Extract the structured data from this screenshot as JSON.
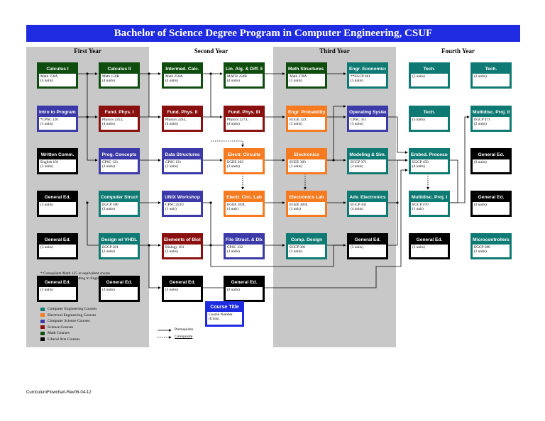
{
  "title": "Bachelor of Science Degree Program in Computer Engineering, CSUF",
  "years": [
    "First Year",
    "Second Year",
    "Third Year",
    "Fourth Year"
  ],
  "colors": {
    "computer_engineering": "#0f7a73",
    "electrical_engineering": "#f57a20",
    "computer_science": "#3b3aa8",
    "science": "#8a1010",
    "math": "#0e4d0e",
    "liberal_arts": "#000000",
    "banner": "#1f2be0"
  },
  "courses": [
    {
      "title": "Calculus I",
      "number": "Math 150A",
      "units": "(4 units)",
      "cat": "math"
    },
    {
      "title": "Calculus II",
      "number": "Math 150B",
      "units": "(4 units)",
      "cat": "math"
    },
    {
      "title": "Intermed. Calc.",
      "number": "Math 250A",
      "units": "(4 units)",
      "cat": "math"
    },
    {
      "title": "Lin. Alg. & Diff. Eq.",
      "number": "MATH 250B",
      "units": "(4 units)",
      "cat": "math"
    },
    {
      "title": "Math Structures I",
      "number": "Math 270A",
      "units": "(3 units)",
      "cat": "math"
    },
    {
      "title": "Engr. Economics",
      "number": "**EGCP 401",
      "units": "(3 units)",
      "cat": "ce"
    },
    {
      "title": "Tech.",
      "number": "",
      "units": "(3 units)",
      "cat": "ce"
    },
    {
      "title": "Tech.",
      "number": "",
      "units": "(3 units)",
      "cat": "ce"
    },
    {
      "title": "Intro to Program.",
      "number": "*CPSC 120",
      "units": "(3 units)",
      "cat": "cs"
    },
    {
      "title": "Fund. Phys. I",
      "number": "Physics 225,L",
      "units": "(4 units)",
      "cat": "sci"
    },
    {
      "title": "Fund. Phys. II",
      "number": "Physics 226,L",
      "units": "(4 units)",
      "cat": "sci"
    },
    {
      "title": "Fund. Phys. III",
      "number": "Physics 227,L",
      "units": "(4 units)",
      "cat": "sci"
    },
    {
      "title": "Engr. Probability",
      "number": "EGGE 323",
      "units": "(3 units)",
      "cat": "ee"
    },
    {
      "title": "Operating Systems",
      "number": "CPSC 351",
      "units": "(3 units)",
      "cat": "cs"
    },
    {
      "title": "Tech.",
      "number": "",
      "units": "(3 units)",
      "cat": "ce"
    },
    {
      "title": "Multidisc. Proj. II",
      "number": "EGCP 471",
      "units": "(2 units)",
      "cat": "ce"
    },
    {
      "title": "Written Comm.",
      "number": "English 101",
      "units": "(3 units)",
      "cat": "lib"
    },
    {
      "title": "Prog. Concepts",
      "number": "CPSC 121",
      "units": "(3 units)",
      "cat": "cs"
    },
    {
      "title": "Data Structures",
      "number": "CPSC 131",
      "units": "(3 units)",
      "cat": "cs"
    },
    {
      "title": "Electr. Circuits",
      "number": "EGEE 203",
      "units": "(3 units)",
      "cat": "ee"
    },
    {
      "title": "Electronics",
      "number": "EGEE 303",
      "units": "(3 units)",
      "cat": "ee"
    },
    {
      "title": "Modeling & Sim.",
      "number": "EGCP 371",
      "units": "(3 units)",
      "cat": "ce"
    },
    {
      "title": "Embed. Processors",
      "number": "EGCP 450",
      "units": "(4 units)",
      "cat": "ce"
    },
    {
      "title": "General Ed.",
      "number": "",
      "units": "(3 units)",
      "cat": "lib"
    },
    {
      "title": "General Ed.",
      "number": "",
      "units": "(3 units)",
      "cat": "lib"
    },
    {
      "title": "Computer Struct.",
      "number": "EGCP 180",
      "units": "(3 units)",
      "cat": "ce"
    },
    {
      "title": "UNIX Workshop",
      "number": "CPSC 253U",
      "units": "(1 unit)",
      "cat": "cs"
    },
    {
      "title": "Electr. Circ. Lab",
      "number": "EGEE 203L",
      "units": "(1 unit)",
      "cat": "ee"
    },
    {
      "title": "Electronics Lab",
      "number": "EGEE 303L",
      "units": "(1 unit)",
      "cat": "ee"
    },
    {
      "title": "Adv. Electronics",
      "number": "EGCP 441",
      "units": "(4 units)",
      "cat": "ce"
    },
    {
      "title": "Multidisc. Proj. I",
      "number": "EGCP 470",
      "units": "(1 unit)",
      "cat": "ce"
    },
    {
      "title": "General Ed.",
      "number": "",
      "units": "(3 units)",
      "cat": "lib"
    },
    {
      "title": "General Ed.",
      "number": "",
      "units": "(3 units)",
      "cat": "lib"
    },
    {
      "title": "Design w/ VHDL",
      "number": "EGCP 281",
      "units": "(2 units)",
      "cat": "ce"
    },
    {
      "title": "Elements of Biol.",
      "number": "Biology 101",
      "units": "(3 units)",
      "cat": "sci"
    },
    {
      "title": "File Struct. & Db.",
      "number": "CPSC 332",
      "units": "(3 units)",
      "cat": "cs"
    },
    {
      "title": "Comp. Design",
      "number": "EGCP 381",
      "units": "(3 units)",
      "cat": "ce"
    },
    {
      "title": "General Ed.",
      "number": "",
      "units": "(3 units)",
      "cat": "lib"
    },
    {
      "title": "General Ed.",
      "number": "",
      "units": "(3 units)",
      "cat": "lib"
    },
    {
      "title": "Microcontrollers",
      "number": "EGCP 280",
      "units": "(3 units)",
      "cat": "ce"
    },
    {
      "title": "General Ed.",
      "number": "",
      "units": "(3 units)",
      "cat": "lib"
    },
    {
      "title": "General Ed.",
      "number": "",
      "units": "(3 units)",
      "cat": "lib"
    },
    {
      "title": "General Ed.",
      "number": "",
      "units": "(3 units)",
      "cat": "lib"
    },
    {
      "title": "General Ed.",
      "number": "",
      "units": "(3 units)",
      "cat": "lib"
    }
  ],
  "notes": [
    "*   Corequisite Math 125 or equivalent course",
    "** Junior or Senior Standing in Engineering"
  ],
  "legend": [
    {
      "label": "Computer Engineering Courses",
      "cat": "ce"
    },
    {
      "label": "Electrical Engineering Courses",
      "cat": "ee"
    },
    {
      "label": "Computer Science Courses",
      "cat": "cs"
    },
    {
      "label": "Science Courses",
      "cat": "sci"
    },
    {
      "label": "Math Courses",
      "cat": "math"
    },
    {
      "label": "Liberal Arts Courses",
      "cat": "lib"
    }
  ],
  "key": {
    "prerequisite": "Prerequisite",
    "corequisite": "Corequisite",
    "sample_title": "Course Title",
    "sample_number": "Course Number",
    "sample_units": "(Units)"
  },
  "footer": "CurriculumFlowchart-Rev06-04-12"
}
